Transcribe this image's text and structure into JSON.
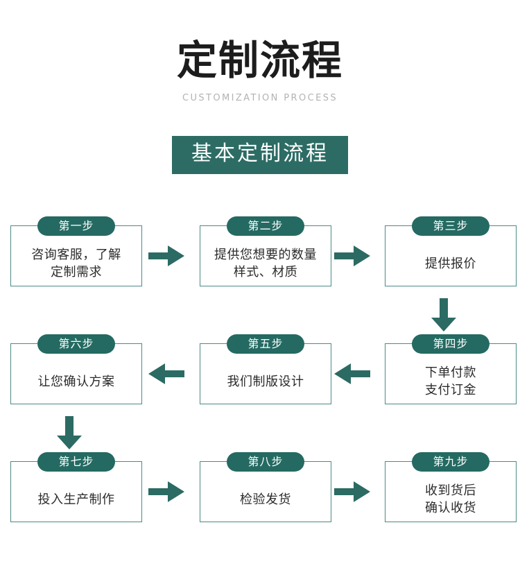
{
  "header": {
    "main_title": "定制流程",
    "sub_title": "CUSTOMIZATION PROCESS",
    "banner_label": "基本定制流程"
  },
  "colors": {
    "badge_green": "#246a62",
    "banner_green": "#2c6c64",
    "box_border": "#4a8a84",
    "arrow_green": "#2b6b63",
    "title_black": "#1c1c1c",
    "subtitle_gray": "#b3b3b3",
    "body_text": "#2b2b2b",
    "background": "#ffffff"
  },
  "flow": {
    "steps": [
      {
        "badge": "第一步",
        "text": "咨询客服，了解\n定制需求"
      },
      {
        "badge": "第二步",
        "text": "提供您想要的数量\n样式、材质"
      },
      {
        "badge": "第三步",
        "text": "提供报价"
      },
      {
        "badge": "第四步",
        "text": "下单付款\n支付订金"
      },
      {
        "badge": "第五步",
        "text": "我们制版设计"
      },
      {
        "badge": "第六步",
        "text": "让您确认方案"
      },
      {
        "badge": "第七步",
        "text": "投入生产制作"
      },
      {
        "badge": "第八步",
        "text": "检验发货"
      },
      {
        "badge": "第九步",
        "text": "收到货后\n确认收货"
      }
    ],
    "arrows": [
      {
        "name": "arrow-right-step1-to-step2",
        "direction": "right"
      },
      {
        "name": "arrow-right-step2-to-step3",
        "direction": "right"
      },
      {
        "name": "arrow-down-step3-to-step4",
        "direction": "down"
      },
      {
        "name": "arrow-left-step4-to-step5",
        "direction": "left"
      },
      {
        "name": "arrow-left-step5-to-step6",
        "direction": "left"
      },
      {
        "name": "arrow-down-step6-to-step7",
        "direction": "down"
      },
      {
        "name": "arrow-right-step7-to-step8",
        "direction": "right"
      },
      {
        "name": "arrow-right-step8-to-step9",
        "direction": "right"
      }
    ]
  }
}
